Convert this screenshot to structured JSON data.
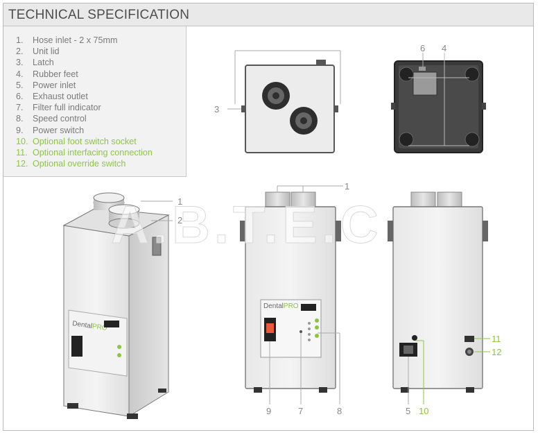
{
  "title": "TECHNICAL SPECIFICATION",
  "legend": [
    {
      "num": "1.",
      "text": "Hose inlet - 2 x 75mm"
    },
    {
      "num": "2.",
      "text": "Unit lid"
    },
    {
      "num": "3.",
      "text": "Latch"
    },
    {
      "num": "4.",
      "text": "Rubber feet"
    },
    {
      "num": "5.",
      "text": "Power inlet"
    },
    {
      "num": "6.",
      "text": "Exhaust outlet"
    },
    {
      "num": "7.",
      "text": "Filter full indicator"
    },
    {
      "num": "8.",
      "text": "Speed control"
    },
    {
      "num": "9.",
      "text": "Power switch"
    },
    {
      "num": "10.",
      "text": "Optional foot switch socket"
    },
    {
      "num": "11.",
      "text": "Optional interfacing connection"
    },
    {
      "num": "12.",
      "text": "Optional override switch"
    }
  ],
  "callouts": {
    "c1a": "1",
    "c2": "2",
    "c3": "3",
    "c6": "6",
    "c4": "4",
    "c1b": "1",
    "c9": "9",
    "c7": "7",
    "c8": "8",
    "c5": "5",
    "c10": "10",
    "c11": "11",
    "c12": "12"
  },
  "product": {
    "brand_a": "Dental",
    "brand_b": "PRO"
  },
  "watermark": "A.B.T.E.C",
  "colors": {
    "accent": "#8cc63f",
    "text": "#7a7a7a",
    "line": "#999999"
  }
}
